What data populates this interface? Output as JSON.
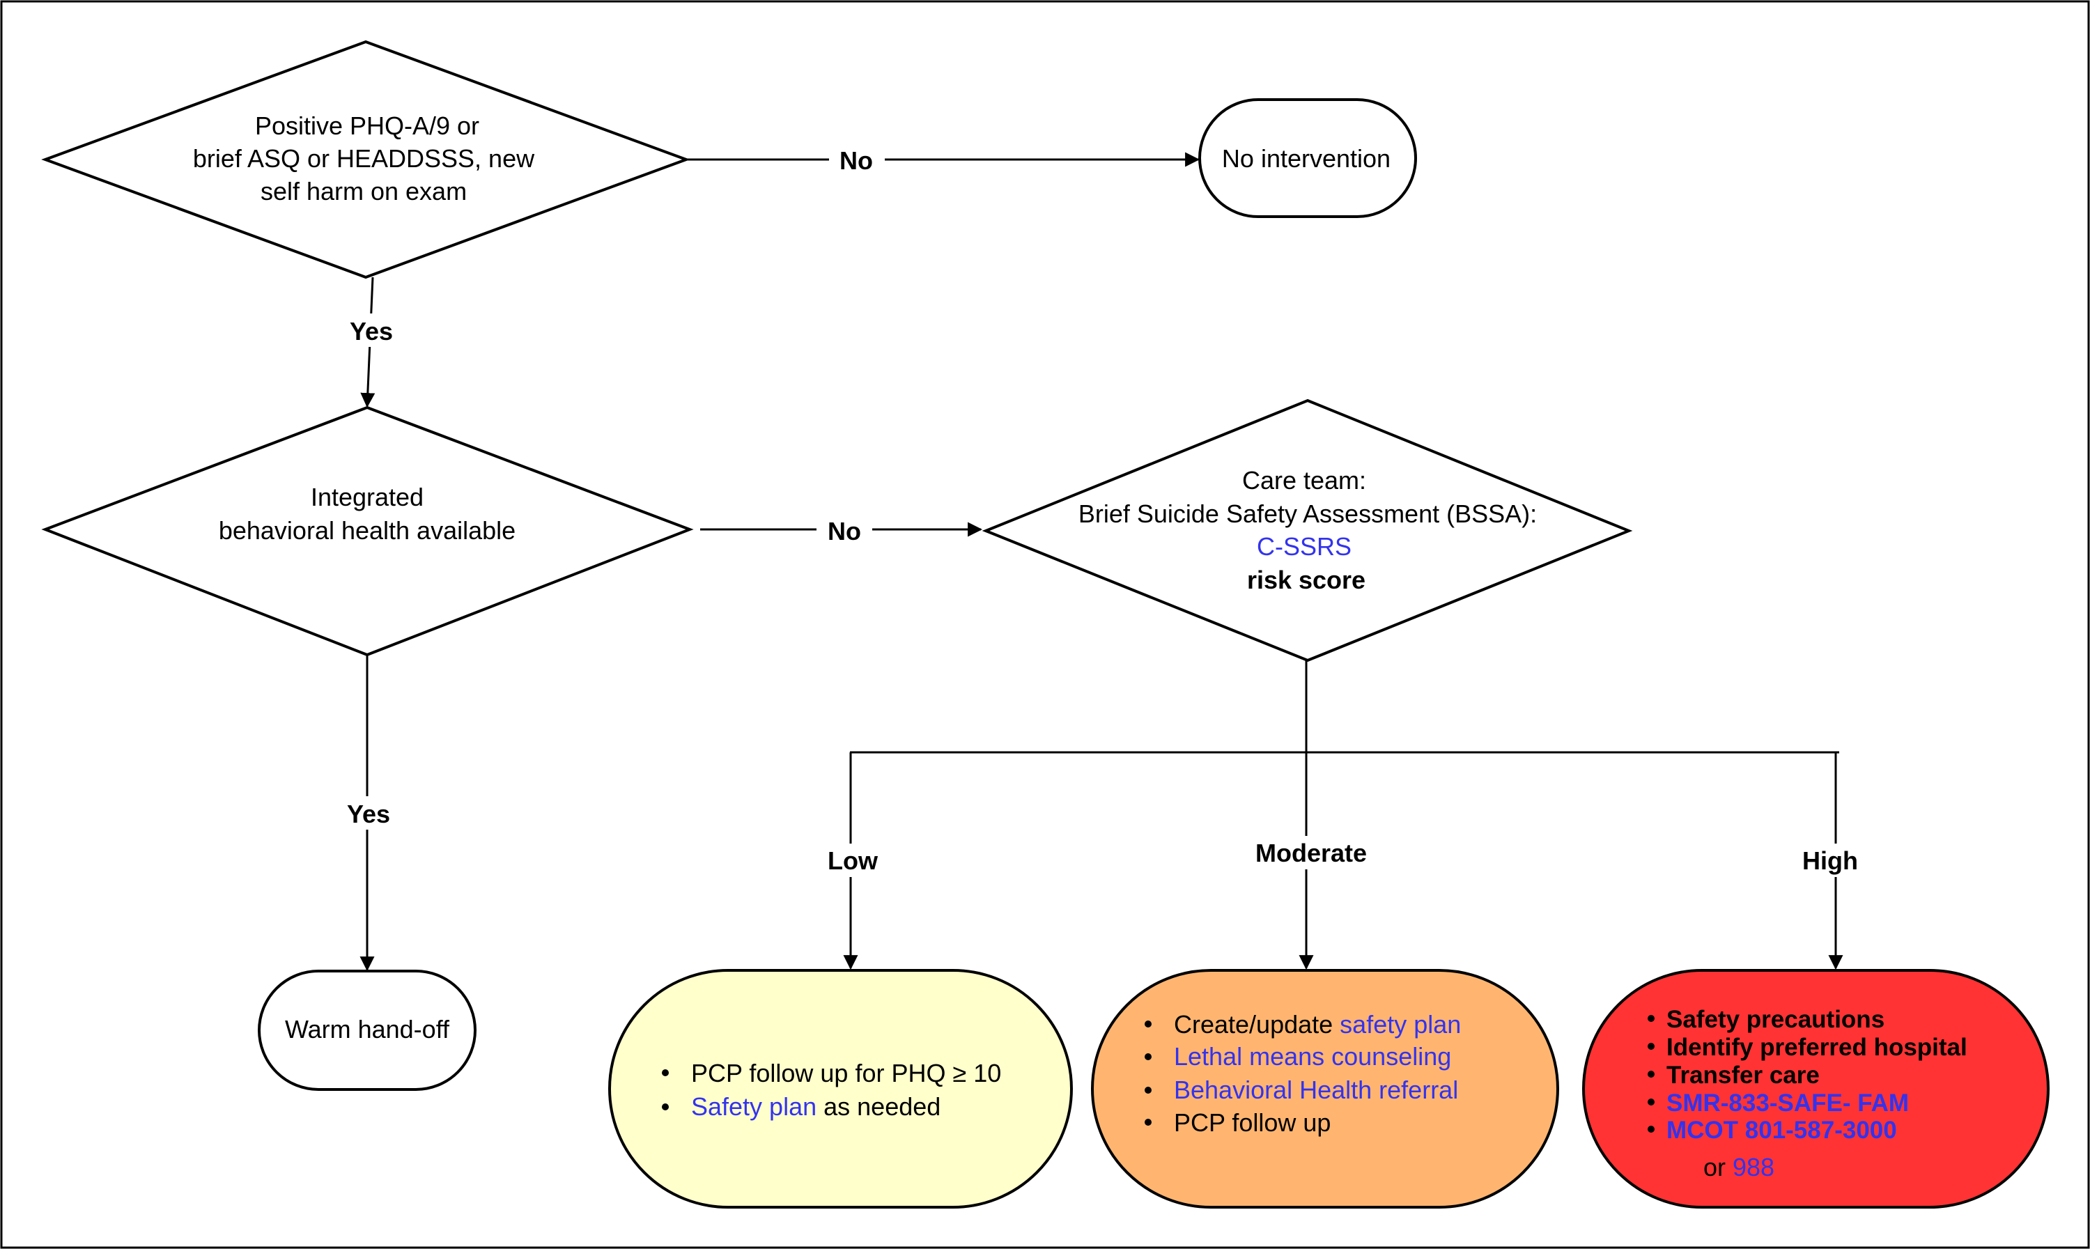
{
  "colors": {
    "link": "#3333ee",
    "low_fill": "#ffffcc",
    "moderate_fill": "#ffb570",
    "high_fill": "#ff3333",
    "stroke": "#000000"
  },
  "nodes": {
    "screen": {
      "lines": [
        "Positive PHQ-A/9 or",
        "brief ASQ or HEADDSSS, new",
        "self harm on exam"
      ]
    },
    "no_intervention": {
      "text": "No intervention"
    },
    "integrated": {
      "lines": [
        "Integrated",
        "behavioral health available"
      ]
    },
    "care_team": {
      "line1": "Care team:",
      "line2": "Brief Suicide Safety Assessment (BSSA):",
      "link": "C-SSRS",
      "line4": "risk score"
    },
    "warm_handoff": {
      "text": "Warm hand-off"
    },
    "low": {
      "items": [
        {
          "text": "PCP follow up for PHQ ≥ 10"
        },
        {
          "link": "Safety plan",
          "text": " as needed"
        }
      ]
    },
    "moderate": {
      "items": [
        {
          "text": " Create/update ",
          "link": "safety plan"
        },
        {
          "link": "Lethal means counseling"
        },
        {
          "link": "Behavioral Health referral"
        },
        {
          "text": "PCP follow up"
        }
      ]
    },
    "high": {
      "items": [
        {
          "text": " Safety precautions"
        },
        {
          "text": " Identify preferred hospital"
        },
        {
          "text": "Transfer care"
        },
        {
          "link": "SMR-833-SAFE- FAM"
        },
        {
          "link": "MCOT 801-587-3000"
        }
      ],
      "or_text": "or ",
      "or_link": "988"
    }
  },
  "edges": {
    "no_1": "No",
    "yes_1": "Yes",
    "no_2": "No",
    "yes_2": "Yes",
    "low": "Low",
    "moderate": "Moderate",
    "high": "High"
  }
}
